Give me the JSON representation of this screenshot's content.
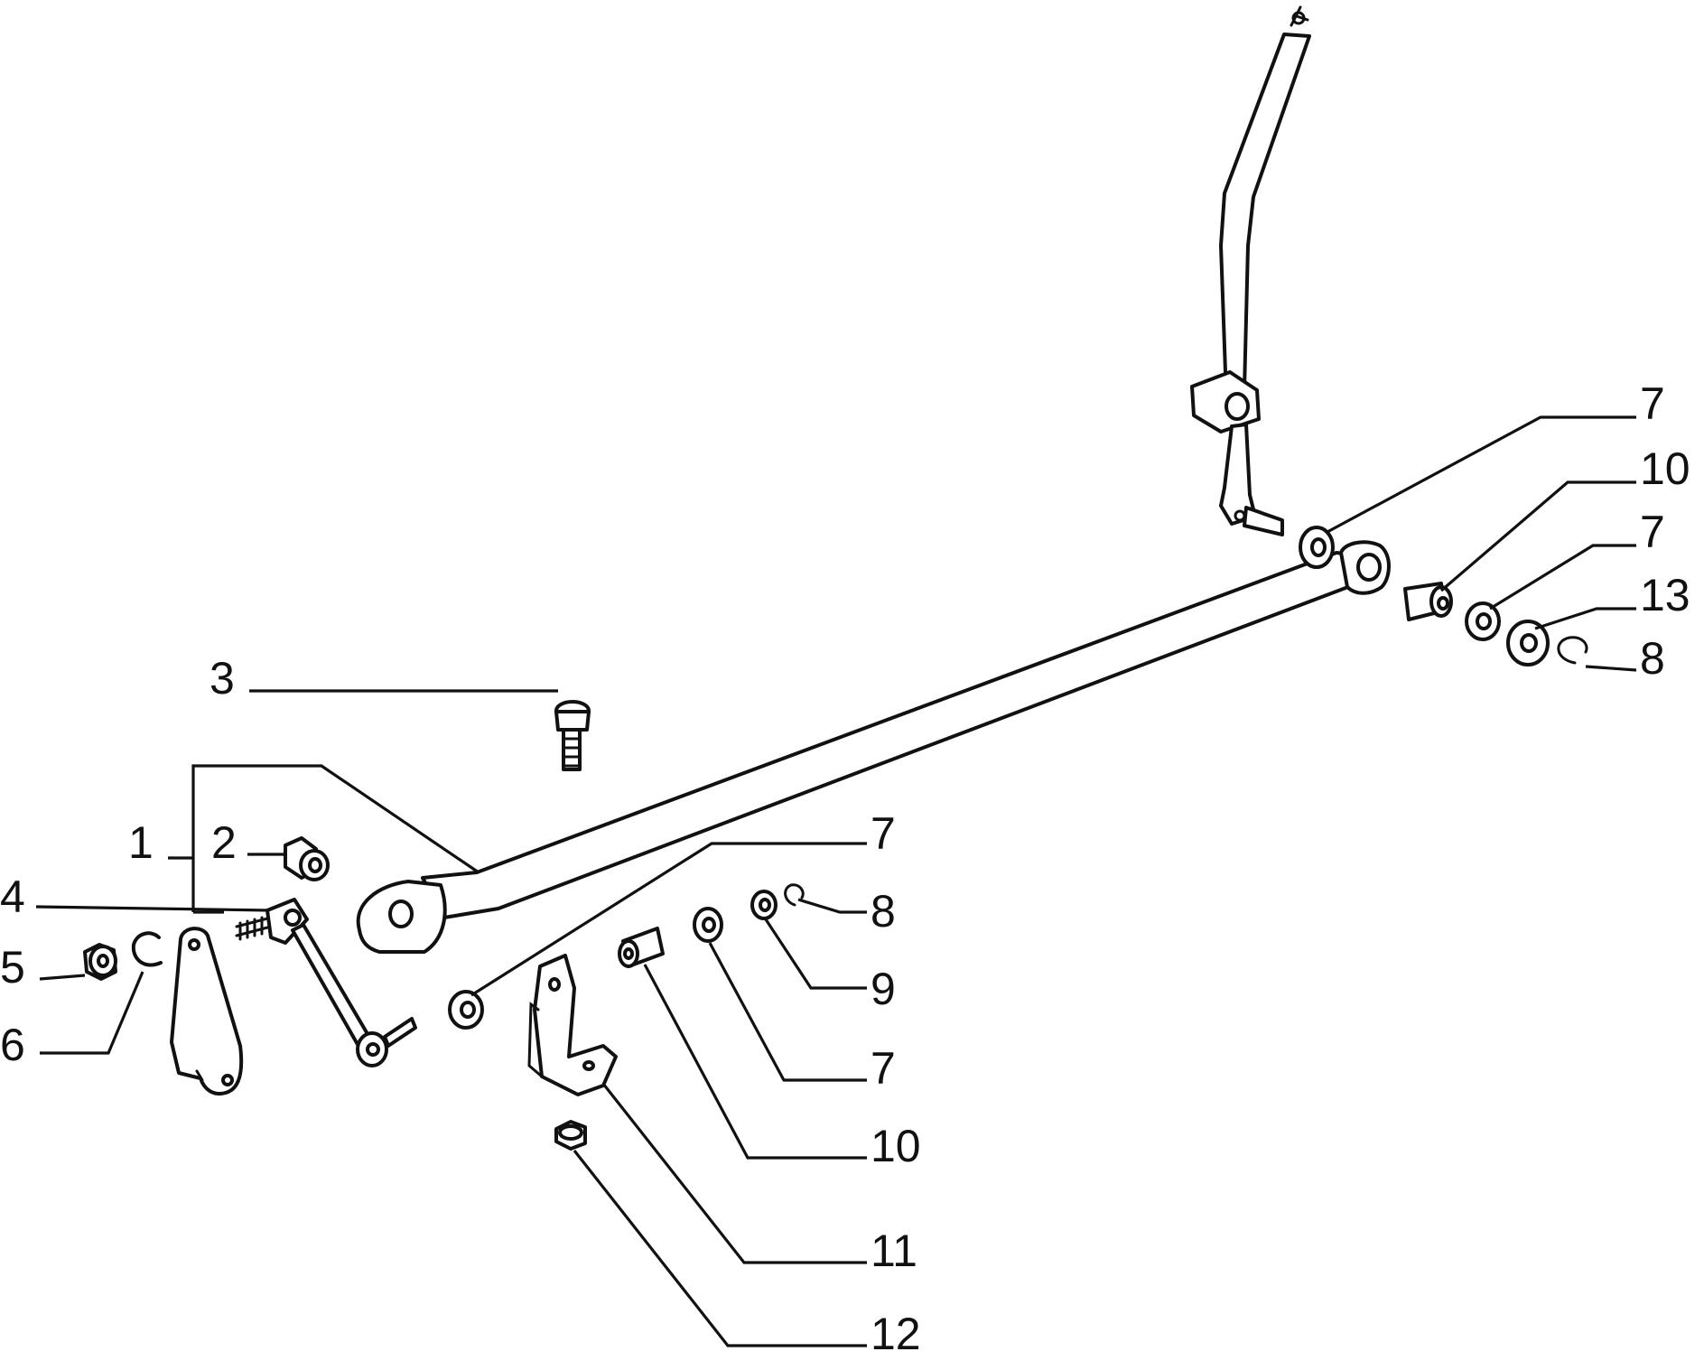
{
  "diagram": {
    "callouts": [
      {
        "id": "c1",
        "text": "1"
      },
      {
        "id": "c2",
        "text": "2"
      },
      {
        "id": "c3",
        "text": "3"
      },
      {
        "id": "c4",
        "text": "4"
      },
      {
        "id": "c5",
        "text": "5"
      },
      {
        "id": "c6",
        "text": "6"
      },
      {
        "id": "c7a",
        "text": "7"
      },
      {
        "id": "c10a",
        "text": "10"
      },
      {
        "id": "c7b",
        "text": "7"
      },
      {
        "id": "c13",
        "text": "13"
      },
      {
        "id": "c8a",
        "text": "8"
      },
      {
        "id": "c7c",
        "text": "7"
      },
      {
        "id": "c8b",
        "text": "8"
      },
      {
        "id": "c9",
        "text": "9"
      },
      {
        "id": "c7d",
        "text": "7"
      },
      {
        "id": "c10b",
        "text": "10"
      },
      {
        "id": "c11",
        "text": "11"
      },
      {
        "id": "c12",
        "text": "12"
      }
    ]
  }
}
